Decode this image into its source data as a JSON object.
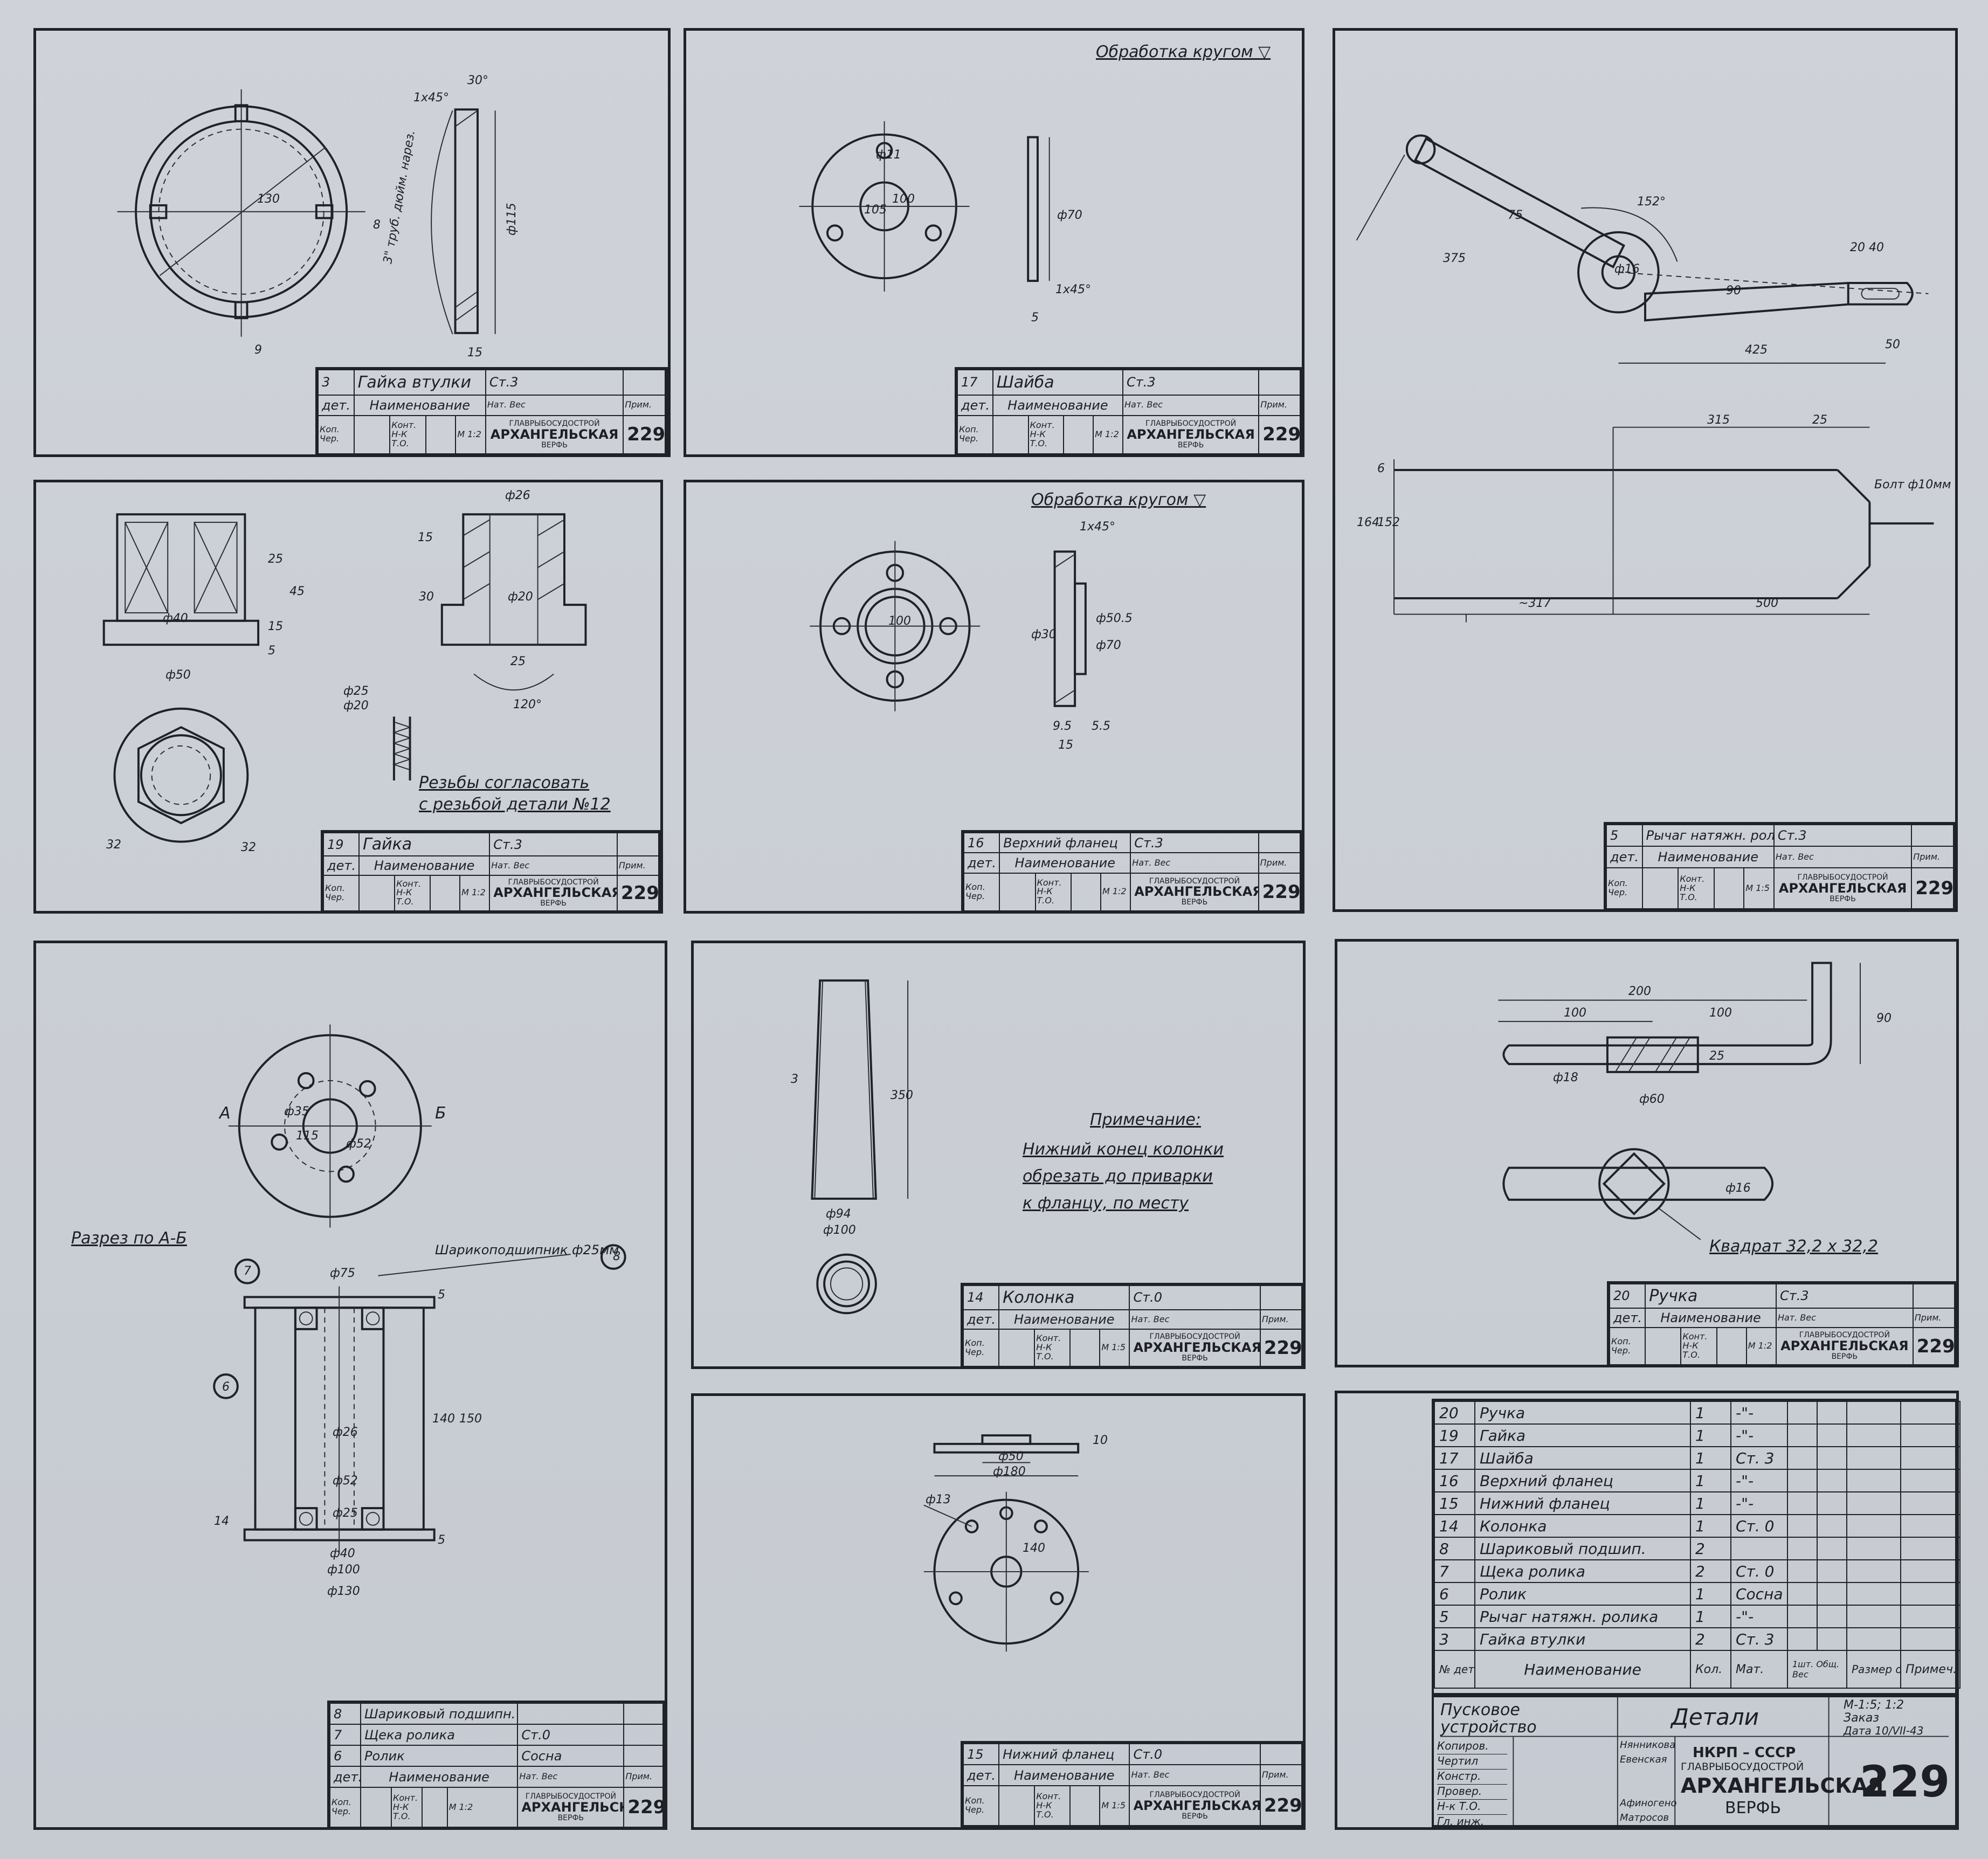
{
  "panels": {
    "p3": {
      "part": {
        "no": "3",
        "name": "Гайка втулки",
        "mat": "Ст.3",
        "scale": "М 1:2"
      },
      "dims": [
        "1х45°",
        "30°",
        "130",
        "3\" труб. дюйм. нарез.",
        "ф115",
        "15",
        "9",
        "8"
      ]
    },
    "p17": {
      "note": "Обработка кругом ▽",
      "part": {
        "no": "17",
        "name": "Шайба",
        "mat": "Ст.3",
        "scale": "М 1:2"
      },
      "dims": [
        "ф11",
        "105",
        "100",
        "ф70",
        "1х45°",
        "5"
      ]
    },
    "p5": {
      "part": {
        "no": "5",
        "name": "Рычаг натяжн. ролика",
        "mat": "Ст.3",
        "scale": "М 1:5"
      },
      "dims": [
        "75",
        "152°",
        "375",
        "ф16",
        "20 40",
        "90",
        "425",
        "50",
        "315",
        "25",
        "Болт ф10мм",
        "164",
        "152",
        "6",
        "~317",
        "500"
      ]
    },
    "p19": {
      "note1": "Резьбы согласовать",
      "note2": "с резьбой детали №12",
      "part": {
        "no": "19",
        "name": "Гайка",
        "mat": "Ст.3",
        "scale": "М 1:2"
      },
      "dims": [
        "ф26",
        "15",
        "25",
        "45",
        "ф40",
        "15",
        "5",
        "ф50",
        "30",
        "ф20",
        "25",
        "120°",
        "ф25",
        "ф20",
        "32",
        "32"
      ]
    },
    "p16": {
      "note": "Обработка кругом ▽",
      "part": {
        "no": "16",
        "name": "Верхний фланец",
        "mat": "Ст.3",
        "scale": "М 1:2"
      },
      "dims": [
        "1х45°",
        "100",
        "ф30",
        "ф50.5",
        "ф70",
        "9.5",
        "5.5",
        "15"
      ]
    },
    "p8": {
      "section": "Разрез по А-Б",
      "a": "А",
      "b": "Б",
      "bearing": "Шарикоподшипник ф25мм",
      "callouts": [
        "7",
        "8",
        "6"
      ],
      "list": [
        {
          "no": "8",
          "name": "Шариковый подшипн.",
          "mat": ""
        },
        {
          "no": "7",
          "name": "Щека ролика",
          "mat": "Ст.0"
        },
        {
          "no": "6",
          "name": "Ролик",
          "mat": "Сосна"
        }
      ],
      "scale": "М 1:2",
      "dims": [
        "ф75",
        "ф26",
        "ф52",
        "ф25",
        "ф40",
        "ф100",
        "ф130",
        "140",
        "150",
        "14",
        "5",
        "5",
        "ф35",
        "ф52",
        "115"
      ]
    },
    "p14": {
      "note_title": "Примечание:",
      "note_lines": [
        "Нижний конец колонки",
        "обрезать до приварки",
        "к фланцу, по месту"
      ],
      "part": {
        "no": "14",
        "name": "Колонка",
        "mat": "Ст.0",
        "scale": "М 1:5"
      },
      "dims": [
        "3",
        "350",
        "ф94",
        "ф100"
      ]
    },
    "p20": {
      "note": "Квадрат 32,2 х 32,2",
      "part": {
        "no": "20",
        "name": "Ручка",
        "mat": "Ст.3",
        "scale": "М 1:2"
      },
      "dims": [
        "200",
        "100",
        "100",
        "90",
        "ф18",
        "ф60",
        "25",
        "ф16"
      ]
    },
    "p15": {
      "part": {
        "no": "15",
        "name": "Нижний фланец",
        "mat": "Ст.0",
        "scale": "М 1:5"
      },
      "dims": [
        "10",
        "ф50",
        "ф180",
        "ф13",
        "140"
      ]
    }
  },
  "title_block": {
    "row_det": "дет.",
    "row_name": "Наименование",
    "nat": "Нат.",
    "ves": "Вес",
    "prim": "Прим.",
    "kop": "Коп.",
    "ver": "Чер.",
    "kont": "Конт.",
    "nk": "Н-К Т.О.",
    "org_top": "ГЛАВРЫБОСУДОСТРОЙ",
    "org_main": "АРХАНГЕЛЬСКАЯ",
    "org_sub": "ВЕРФЬ",
    "sheet_no": "229"
  },
  "parts_list": {
    "rows": [
      {
        "no": "20",
        "name": "Ручка",
        "qty": "1",
        "mat": "-\"-"
      },
      {
        "no": "19",
        "name": "Гайка",
        "qty": "1",
        "mat": "-\"-"
      },
      {
        "no": "17",
        "name": "Шайба",
        "qty": "1",
        "mat": "Ст. 3"
      },
      {
        "no": "16",
        "name": "Верхний фланец",
        "qty": "1",
        "mat": "-\"-"
      },
      {
        "no": "15",
        "name": "Нижний фланец",
        "qty": "1",
        "mat": "-\"-"
      },
      {
        "no": "14",
        "name": "Колонка",
        "qty": "1",
        "mat": "Ст. 0"
      },
      {
        "no": "8",
        "name": "Шариковый подшип.",
        "qty": "2",
        "mat": ""
      },
      {
        "no": "7",
        "name": "Щека ролика",
        "qty": "2",
        "mat": "Ст. 0"
      },
      {
        "no": "6",
        "name": "Ролик",
        "qty": "1",
        "mat": "Сосна"
      },
      {
        "no": "5",
        "name": "Рычаг натяжн. ролика",
        "qty": "1",
        "mat": "-\"-"
      },
      {
        "no": "3",
        "name": "Гайка втулки",
        "qty": "2",
        "mat": "Ст. 3"
      }
    ],
    "header": {
      "no": "№ дет.",
      "name": "Наименование",
      "qty": "Кол.",
      "mat": "Мат.",
      "w1": "1шт.",
      "w2": "Общ.",
      "ves": "Вес",
      "size": "Размер ост",
      "prim": "Примеч."
    }
  },
  "final_block": {
    "assembly": "Пусковое устройство",
    "title": "Детали",
    "scales": "М-1:5; 1:2",
    "order": "Заказ",
    "date": "Дата 10/VII-43",
    "roles": [
      "Копиров.",
      "Чертил",
      "Констр.",
      "Провер.",
      "Н-к Т.О.",
      "Гл. инж."
    ],
    "names": [
      "Нянникова",
      "Евенская",
      "",
      "",
      "Афиногенов",
      "Матросов"
    ],
    "ministry": "НКРП – СССР",
    "org_top": "ГЛАВРЫБОСУДОСТРОЙ",
    "org_main": "АРХАНГЕЛЬСКАЯ",
    "org_sub": "ВЕРФЬ",
    "sheet_no": "229"
  }
}
